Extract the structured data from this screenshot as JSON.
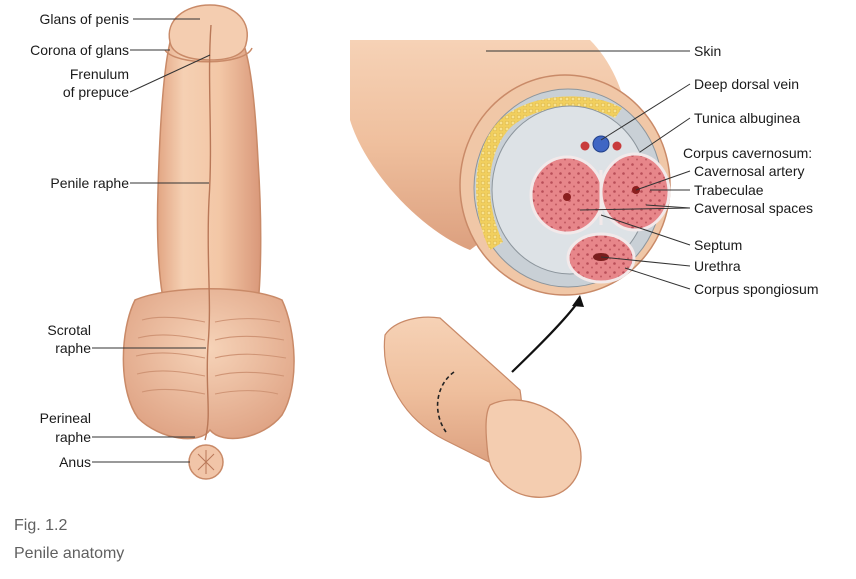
{
  "diagram": {
    "left_labels": {
      "glans": "Glans of penis",
      "corona": "Corona of glans",
      "frenulum_line1": "Frenulum",
      "frenulum_line2": "of prepuce",
      "penile_raphe": "Penile raphe",
      "scrotal_line1": "Scrotal",
      "scrotal_line2": "raphe",
      "perineal_line1": "Perineal",
      "perineal_line2": "raphe",
      "anus": "Anus"
    },
    "right_labels": {
      "skin": "Skin",
      "deep_dorsal_vein": "Deep dorsal vein",
      "tunica_albuginea": "Tunica albuginea",
      "corpus_cavernosum": "Corpus cavernosum:",
      "cavernosal_artery": "Cavernosal artery",
      "trabeculae": "Trabeculae",
      "cavernosal_spaces": "Cavernosal spaces",
      "septum": "Septum",
      "urethra": "Urethra",
      "corpus_spongiosum": "Corpus spongiosum"
    }
  },
  "caption": {
    "fig_number": "Fig. 1.2",
    "title": "Penile anatomy"
  },
  "colors": {
    "skin": "#f2c6a4",
    "skin_shadow": "#d99a78",
    "outline": "#c98a68",
    "erectile_tissue": "#e98a86",
    "vein": "#3f66c4",
    "artery": "#c83b3b",
    "fat": "#f1cf5e",
    "fascia": "#c9d0d6"
  }
}
